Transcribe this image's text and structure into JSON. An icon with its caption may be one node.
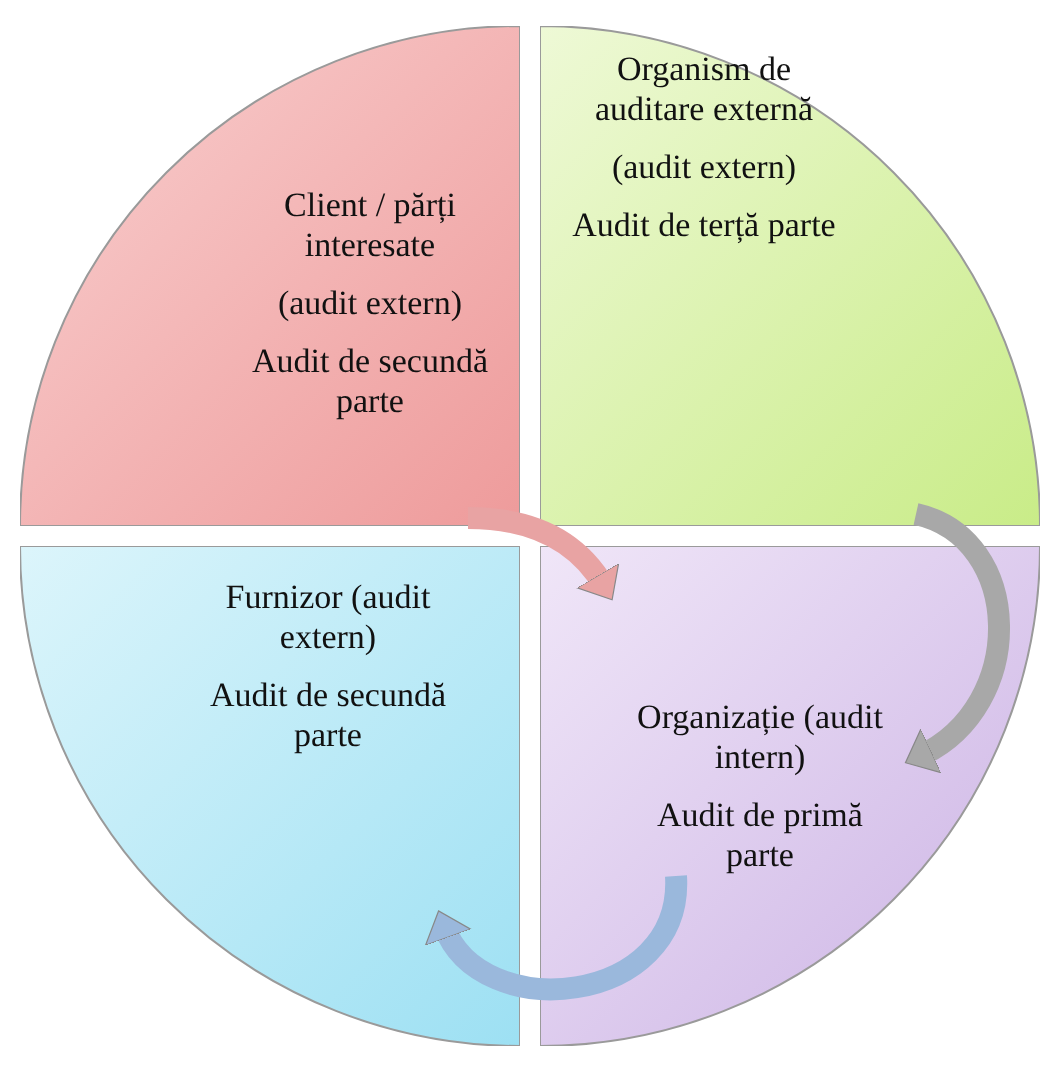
{
  "diagram": {
    "nodes": [
      {
        "text": [
          "Client / părți interesate",
          "(audit extern)",
          "Audit de secundă parte"
        ]
      },
      {
        "text": [
          "Organism de auditare externă",
          "(audit extern)",
          "Audit de terță parte"
        ]
      },
      {
        "text": [
          "Organizație (audit intern)",
          "Audit de primă parte"
        ]
      },
      {
        "text": [
          "Furnizor (audit extern)",
          "Audit de secundă parte"
        ]
      }
    ],
    "edges": [
      {
        "from": 0,
        "to": 2,
        "arrow": "to",
        "color": "#e8a3a3"
      },
      {
        "from": 1,
        "to": 2,
        "arrow": "to",
        "color": "#a8a8a8"
      },
      {
        "from": 2,
        "to": 3,
        "arrow": "to",
        "color": "#9ab8dc"
      }
    ]
  }
}
